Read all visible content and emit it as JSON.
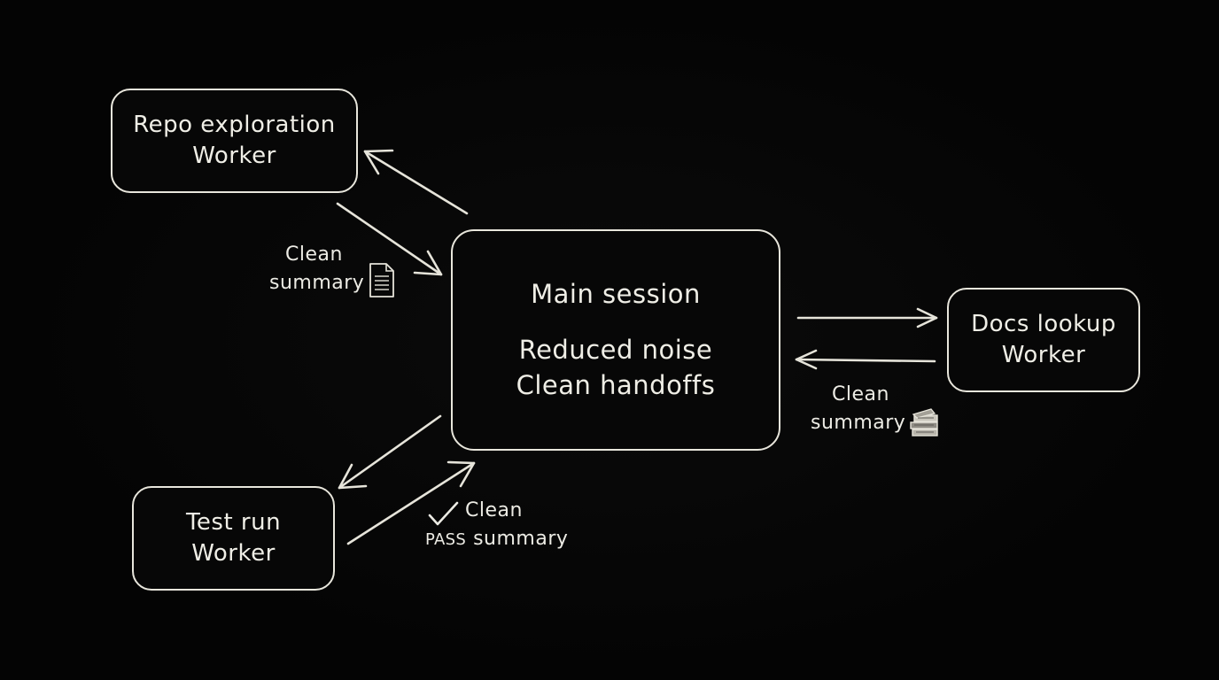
{
  "nodes": {
    "repo": {
      "line1": "Repo exploration",
      "line2": "Worker"
    },
    "main": {
      "title": "Main session",
      "line1": "Reduced noise",
      "line2": "Clean handoffs"
    },
    "docs": {
      "line1": "Docs lookup",
      "line2": "Worker"
    },
    "test": {
      "line1": "Test run",
      "line2": "Worker"
    }
  },
  "labels": {
    "left": {
      "line1": "Clean",
      "line2": "summary",
      "icon": "document-icon"
    },
    "right": {
      "line1": "Clean",
      "line2": "summary",
      "icon": "books-icon"
    },
    "bottom": {
      "line1": "Clean",
      "line2": "summary",
      "badge": "PASS",
      "icon": "checkmark-icon"
    }
  },
  "colors": {
    "background": "#050505",
    "stroke": "#e8e6dc",
    "text": "#ecebe4"
  }
}
